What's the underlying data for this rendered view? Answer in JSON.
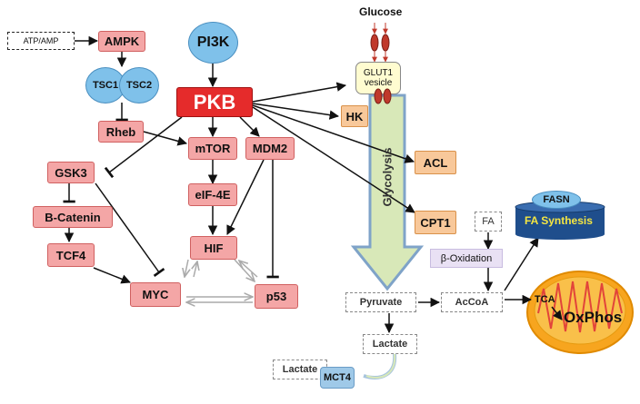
{
  "nodes": {
    "atp_amp": "ATP/AMP",
    "ampk": "AMPK",
    "tsc1": "TSC1",
    "tsc2": "TSC2",
    "rheb": "Rheb",
    "pi3k": "PI3K",
    "pkb": "PKB",
    "mtor": "mTOR",
    "mdm2": "MDM2",
    "eif4e": "eIF-4E",
    "hif": "HIF",
    "p53": "p53",
    "gsk3": "GSK3",
    "b_catenin": "B-Catenin",
    "tcf4": "TCF4",
    "myc": "MYC",
    "glucose": "Glucose",
    "glut1_line1": "GLUT1",
    "glut1_line2": "vesicle",
    "hk": "HK",
    "acl": "ACL",
    "cpt1": "CPT1",
    "glycolysis": "Glycolysis",
    "fa": "FA",
    "fasn": "FASN",
    "fa_synthesis": "FA Synthesis",
    "beta_oxidation": "β-Oxidation",
    "pyruvate": "Pyruvate",
    "acetyl_coa": "AcCoA",
    "lactate_inner": "Lactate",
    "lactate_outer": "Lactate",
    "mct4": "MCT4",
    "tca": "TCA",
    "oxphos": "OxPhos"
  },
  "colors": {
    "protein_fill": "#f4a6a6",
    "enzyme_fill": "#f8c89a",
    "pkb_fill": "#e52b2b",
    "complex_fill": "#7fc1ea",
    "glycolysis_arrow": "#d8e8b8",
    "glycolysis_border": "#7fa3c8",
    "mitochondria": "#f7a51f",
    "fa_synthesis_fill": "#1f4e8c",
    "fa_synthesis_text": "#f5e642"
  }
}
